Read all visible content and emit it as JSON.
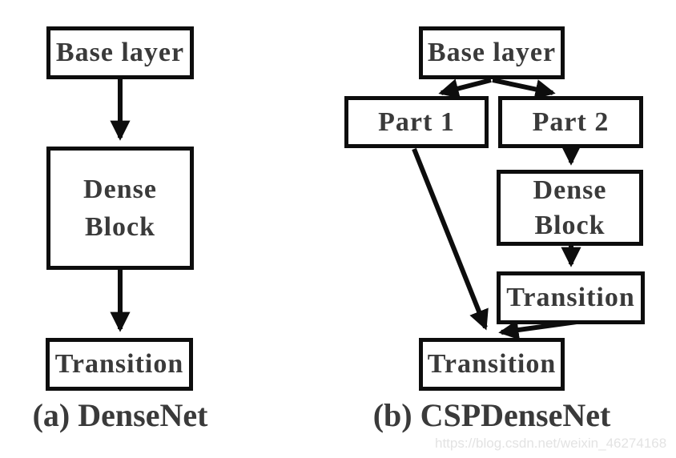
{
  "figure": {
    "diagram_a": {
      "caption": "(a) DenseNet",
      "nodes": {
        "base": "Base layer",
        "dense": [
          "Dense",
          "Block"
        ],
        "transition": "Transition"
      }
    },
    "diagram_b": {
      "caption": "(b) CSPDenseNet",
      "nodes": {
        "base": "Base layer",
        "part1": "Part 1",
        "part2": "Part 2",
        "dense": [
          "Dense",
          "Block"
        ],
        "transition_upper": "Transition",
        "transition_lower": "Transition"
      }
    },
    "watermark": "https://blog.csdn.net/weixin_46274168"
  },
  "colors": {
    "background": "#ffffff",
    "border": "#0d0d0d",
    "arrow": "#0d0d0d",
    "text": "#3a3a3a",
    "watermark": "#e3e3e3"
  }
}
